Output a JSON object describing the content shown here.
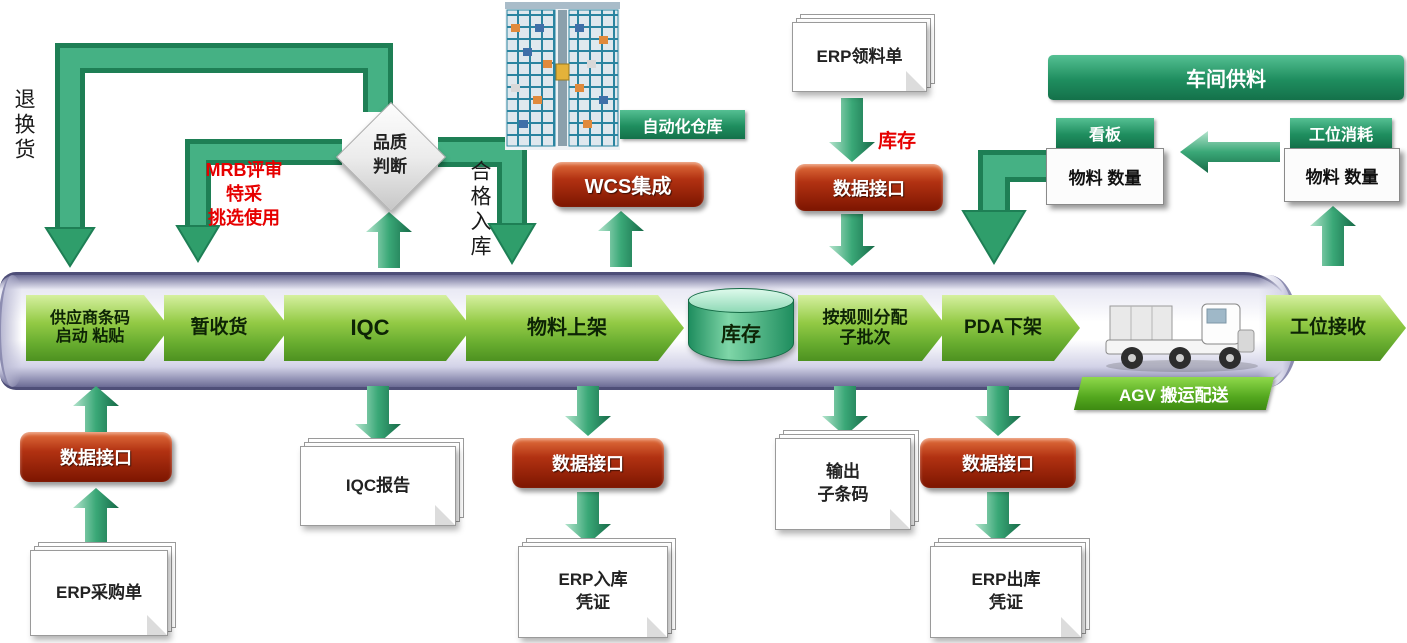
{
  "left_flow": {
    "return_label": "退换货",
    "mrb_line1": "MRB评审",
    "mrb_line2": "特采",
    "mrb_line3": "挑选使用",
    "diamond_line1": "品质",
    "diamond_line2": "判断",
    "qualified_label": "合格入库"
  },
  "top_center": {
    "warehouse_label": "自动化仓库",
    "wcs_label": "WCS集成",
    "erp_pick_doc": "ERP领料单",
    "inventory_note": "库存",
    "interface_label": "数据接口"
  },
  "top_right": {
    "banner": "车间供料",
    "kanban": "看板",
    "kanban_detail": "物料 数量",
    "consume": "工位消耗",
    "consume_detail": "物料 数量"
  },
  "pipe": {
    "steps": [
      {
        "line1": "供应商条码",
        "line2": "启动 粘贴"
      },
      {
        "line1": "暂收货"
      },
      {
        "line1": "IQC"
      },
      {
        "line1": "物料上架"
      },
      {
        "line1": "库存"
      },
      {
        "line1": "按规则分配",
        "line2": "子批次"
      },
      {
        "line1": "PDA下架"
      },
      {
        "line1": "工位接收"
      }
    ],
    "agv_label": "AGV 搬运配送"
  },
  "bottom": {
    "col1_interface": "数据接口",
    "col1_doc": "ERP采购单",
    "col2_doc": "IQC报告",
    "col3_interface": "数据接口",
    "col3_doc_line1": "ERP入库",
    "col3_doc_line2": "凭证",
    "col4_doc_line1": "输出",
    "col4_doc_line2": "子条码",
    "col5_interface": "数据接口",
    "col5_doc_line1": "ERP出库",
    "col5_doc_line2": "凭证"
  },
  "colors": {
    "green_arrow": "#2f9e6b",
    "flow_green": "#8cc63f",
    "dark_red": "#8b1a00",
    "pipe_edge": "#4e4e78",
    "red_text": "#e60000"
  }
}
